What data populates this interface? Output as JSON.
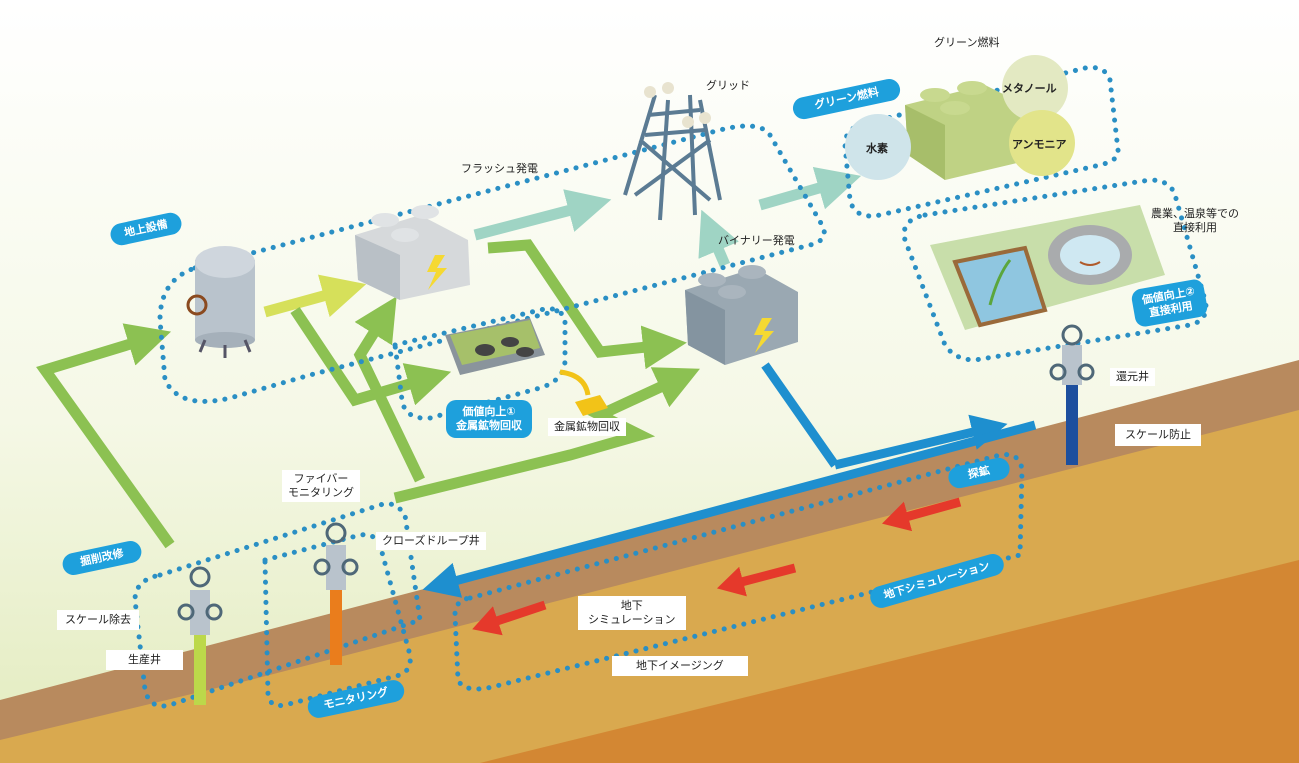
{
  "title_labels": {
    "green_fuel_top": "グリーン燃料",
    "grid": "グリッド",
    "flash_power": "フラッシュ発電",
    "binary_power": "バイナリー発電",
    "direct_use_desc_1": "農業、温泉等での",
    "direct_use_desc_2": "直接利用",
    "reinjection_well": "還元井",
    "scale_prevention": "スケール防止",
    "metal_recovery": "金属鉱物回収",
    "fiber_monitoring_1": "ファイバー",
    "fiber_monitoring_2": "モニタリング",
    "closed_loop_well": "クローズドループ井",
    "scale_removal": "スケール除去",
    "production_well": "生産井",
    "underground_sim_1": "地下",
    "underground_sim_2": "シミュレーション",
    "underground_imaging": "地下イメージング"
  },
  "fuel_bubbles": {
    "hydrogen": "水素",
    "methanol": "メタノール",
    "ammonia": "アンモニア"
  },
  "category_pills": {
    "surface_facilities": "地上設備",
    "green_fuel": "グリーン燃料",
    "value_up_1_line1": "価値向上①",
    "value_up_1_line2": "金属鉱物回収",
    "value_up_2_line1": "価値向上②",
    "value_up_2_line2": "直接利用",
    "exploration": "探鉱",
    "drilling_repair": "掘削改修",
    "monitoring": "モニタリング",
    "underground_simulation": "地下シミュレーション"
  },
  "colors": {
    "sky_top": "#ffffff",
    "sky_bottom": "#e9f0c8",
    "soil_top": "#b88a5e",
    "soil_mid": "#d9a94f",
    "soil_deep": "#d38733",
    "accent_blue": "#1ea0dc",
    "dotted_blue": "#2a8fc4",
    "flow_green": "#8cc152",
    "flow_lime": "#d6e05a",
    "flow_teal": "#9fd4c4",
    "flow_red": "#e5392b"
  }
}
